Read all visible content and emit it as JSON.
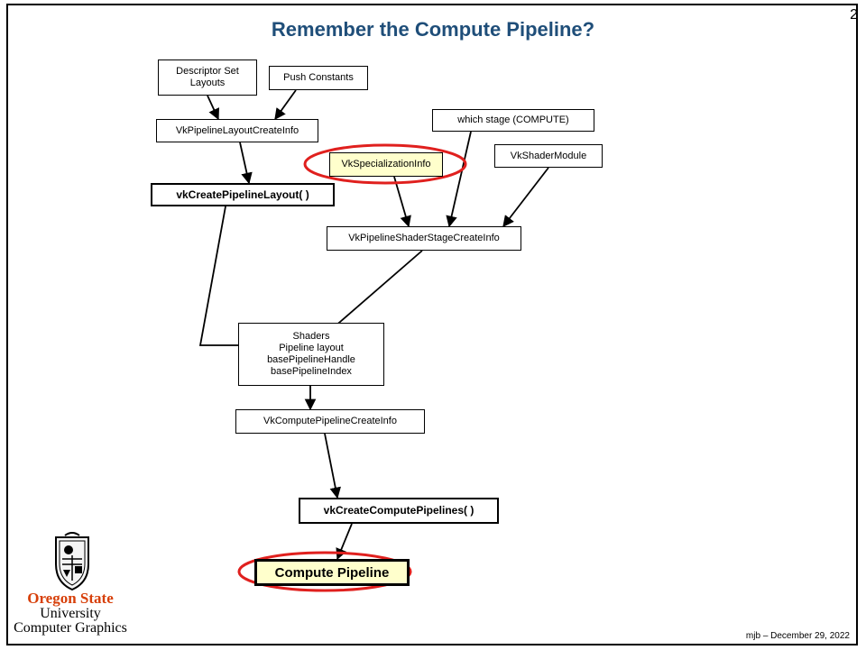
{
  "slide": {
    "title": "Remember the Compute Pipeline?",
    "page_number": "2",
    "footer": "mjb – December 29, 2022"
  },
  "logo": {
    "line1": "Oregon State",
    "line2": "University",
    "line3": "Computer Graphics"
  },
  "diagram": {
    "nodes": {
      "descriptor_set_layouts": "Descriptor Set\nLayouts",
      "push_constants": "Push Constants",
      "pipeline_layout_create_info": "VkPipelineLayoutCreateInfo",
      "create_pipeline_layout": "vkCreatePipelineLayout( )",
      "which_stage": "which stage (COMPUTE)",
      "specialization_info": "VkSpecializationInfo",
      "shader_module": "VkShaderModule",
      "shader_stage_create_info": "VkPipelineShaderStageCreateInfo",
      "shaders_block": "Shaders\nPipeline layout\nbasePipelineHandle\nbasePipelineIndex",
      "compute_pipeline_create_info": "VkComputePipelineCreateInfo",
      "create_compute_pipelines": "vkCreateComputePipelines( )",
      "compute_pipeline": "Compute Pipeline"
    },
    "highlight_color": "#e0201e",
    "title_color": "#1f4e79",
    "logo_accent": "#d73f09"
  }
}
